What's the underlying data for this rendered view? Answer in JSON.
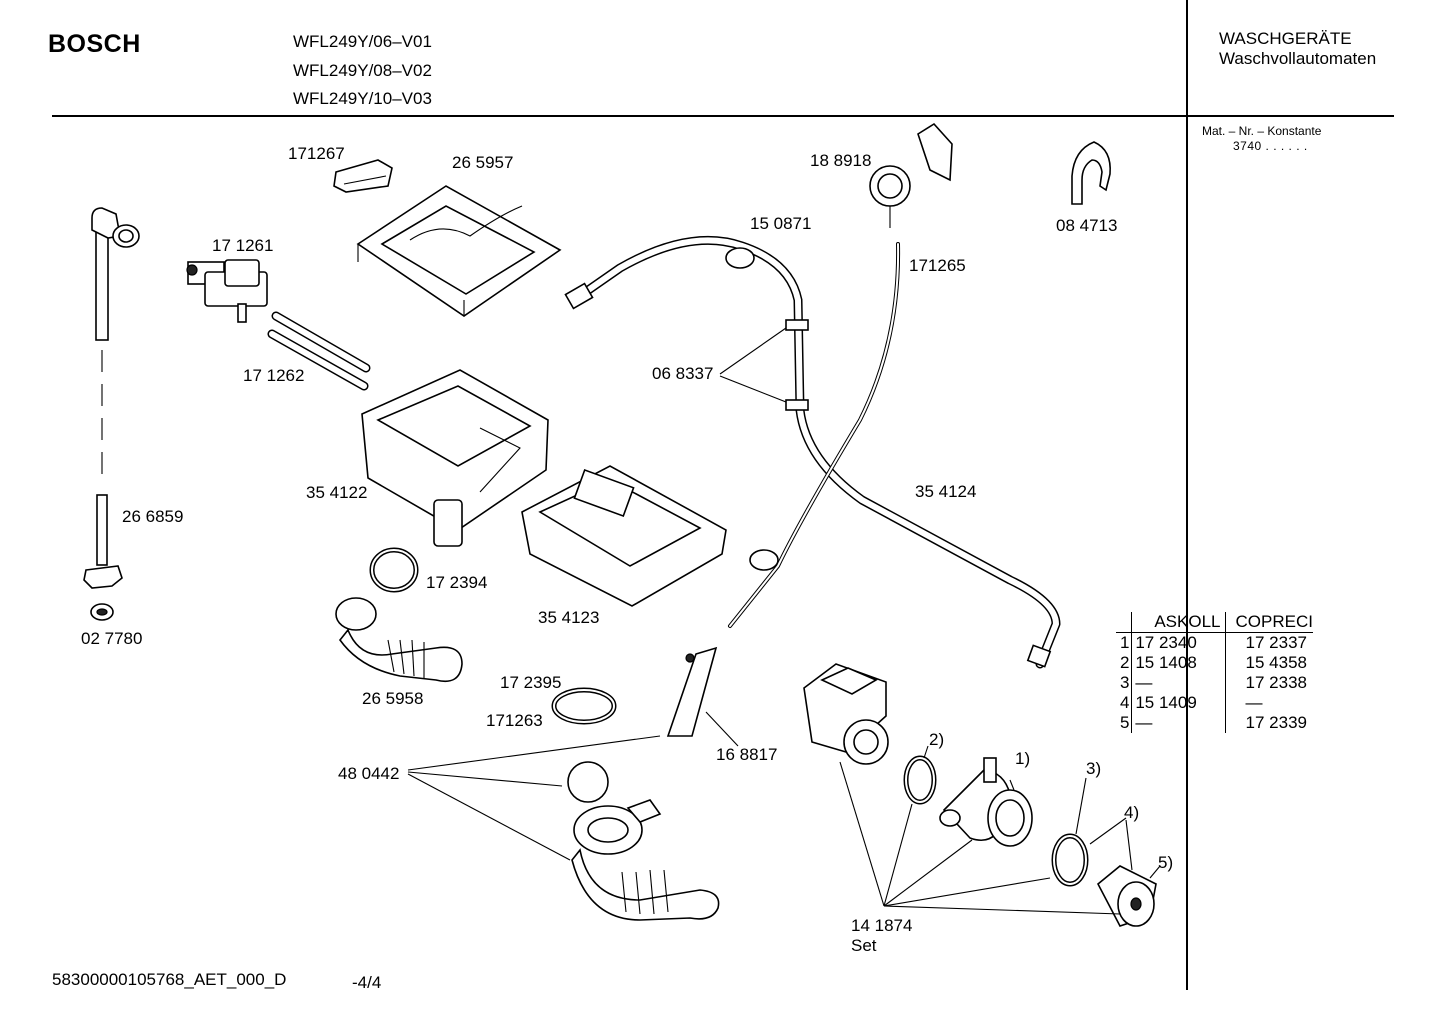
{
  "header": {
    "brand": "BOSCH",
    "models": [
      "WFL249Y/06–V01",
      "WFL249Y/08–V02",
      "WFL249Y/10–V03"
    ],
    "category": "WASCHGERÄTE",
    "subcategory": "Waschvollautomaten",
    "mat_label": "Mat. – Nr. – Konstante",
    "mat_value": "3740  .  .  .  .  .  ."
  },
  "labels": {
    "p171267": "171267",
    "p265957": "26 5957",
    "p188918": "18 8918",
    "p084713": "08 4713",
    "p150871": "15 0871",
    "p171261": "17 1261",
    "p171265": "171265",
    "p171262": "17 1262",
    "p068337": "06 8337",
    "p354122": "35 4122",
    "p354124": "35 4124",
    "p266859": "26 6859",
    "p172394": "17 2394",
    "p027780": "02 7780",
    "p354123": "35 4123",
    "p265958": "26 5958",
    "p172395": "17 2395",
    "p171263": "171263",
    "p168817": "16 8817",
    "p480442": "48 0442",
    "c2": "2)",
    "c1": "1)",
    "c3": "3)",
    "c4": "4)",
    "c5": "5)",
    "p141874": "14 1874",
    "set": "Set"
  },
  "table": {
    "headers": [
      "ASKOLL",
      "COPRECI"
    ],
    "rows": [
      {
        "n": "1",
        "askoll": "17 2340",
        "copreci": "17 2337"
      },
      {
        "n": "2",
        "askoll": "15 1408",
        "copreci": "15 4358"
      },
      {
        "n": "3",
        "askoll": "—",
        "copreci": "17 2338"
      },
      {
        "n": "4",
        "askoll": "15 1409",
        "copreci": "—"
      },
      {
        "n": "5",
        "askoll": "—",
        "copreci": "17 2339"
      }
    ]
  },
  "footer": {
    "doc_id": "58300000105768_AET_000_D",
    "page": "-4/4"
  }
}
